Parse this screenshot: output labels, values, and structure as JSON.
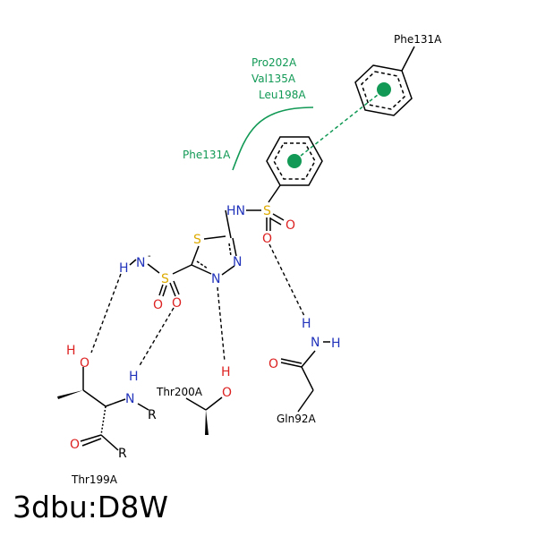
{
  "title": "3dbu:D8W",
  "colors": {
    "carbon": "#000000",
    "nitrogen": "#2233bb",
    "oxygen": "#dd2222",
    "sulfur": "#ddaa00",
    "contact": "#119955"
  },
  "residues": {
    "phe131_top": "Phe131A",
    "pro202": "Pro202A",
    "val135": "Val135A",
    "leu198": "Leu198A",
    "phe131_left": "Phe131A",
    "thr200": "Thr200A",
    "gln92": "Gln92A",
    "thr199": "Thr199A"
  },
  "atoms": {
    "hn": "HN",
    "s_sulfonamide": "S",
    "o_s1": "O",
    "o_s2": "O",
    "s_ring": "S",
    "n_ring1": "N",
    "n_ring2": "N",
    "n_minus": "N",
    "minus": "-",
    "h_nminus": "H",
    "s_lower": "S",
    "o_lower1": "O",
    "o_lower2": "O",
    "o_thr199": "O",
    "h_thr199": "H",
    "n_thr199": "N",
    "h_n_thr199": "H",
    "r_n": "R",
    "o_carbonyl": "O",
    "r_carbonyl": "R",
    "o_thr200": "O",
    "h_thr200": "H",
    "h_gln": "H",
    "n_gln": "N",
    "h_gln2": "H",
    "o_gln": "O"
  }
}
